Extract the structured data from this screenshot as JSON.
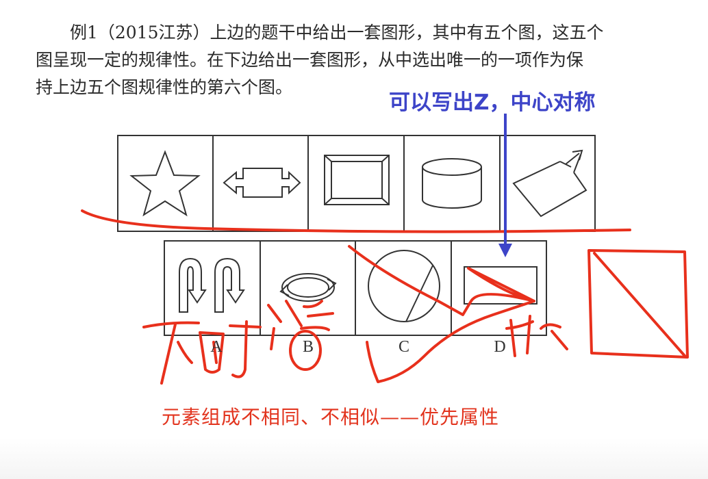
{
  "problem": {
    "line1": "例1（2015江苏）上边的题干中给出一套图形，其中有五个图，这五个",
    "line2": "图呈现一定的规律性。在下边给出一套图形，从中选出唯一的一项作为保",
    "line3": "持上边五个图规律性的第六个图。"
  },
  "annotations": {
    "blue_note": "可以写出Z，中心对称",
    "red_note": "元素组成不相同、不相似——优先属性"
  },
  "options": {
    "a": "A",
    "b": "B",
    "c": "C",
    "d": "D"
  },
  "colors": {
    "ink_red": "#e8301c",
    "ink_blue": "#3d44c8",
    "figure_line": "#333333"
  }
}
